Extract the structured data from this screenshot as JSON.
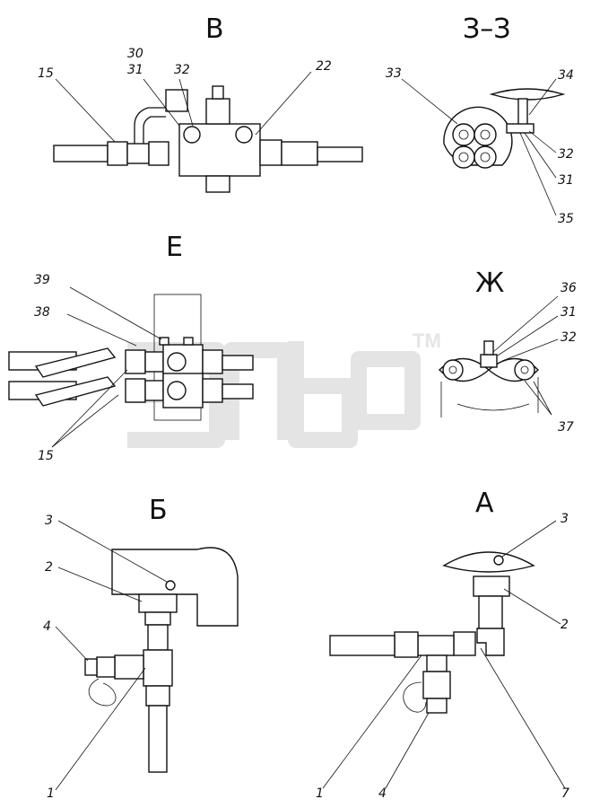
{
  "views": {
    "v": "В",
    "z": "З–З",
    "e": "Е",
    "zh": "Ж",
    "b": "Б",
    "a": "А"
  },
  "callouts": {
    "v": [
      "15",
      "30",
      "31",
      "32",
      "22"
    ],
    "z": [
      "33",
      "34",
      "32",
      "31",
      "35"
    ],
    "e": [
      "39",
      "38",
      "15"
    ],
    "zh": [
      "36",
      "31",
      "32",
      "37"
    ],
    "b": [
      "3",
      "2",
      "4",
      "1"
    ],
    "a": [
      "3",
      "2",
      "1",
      "4",
      "7"
    ]
  },
  "watermark": {
    "tm": "TM"
  },
  "colors": {
    "ink": "#111111",
    "watermark": "#d9d9d9"
  }
}
